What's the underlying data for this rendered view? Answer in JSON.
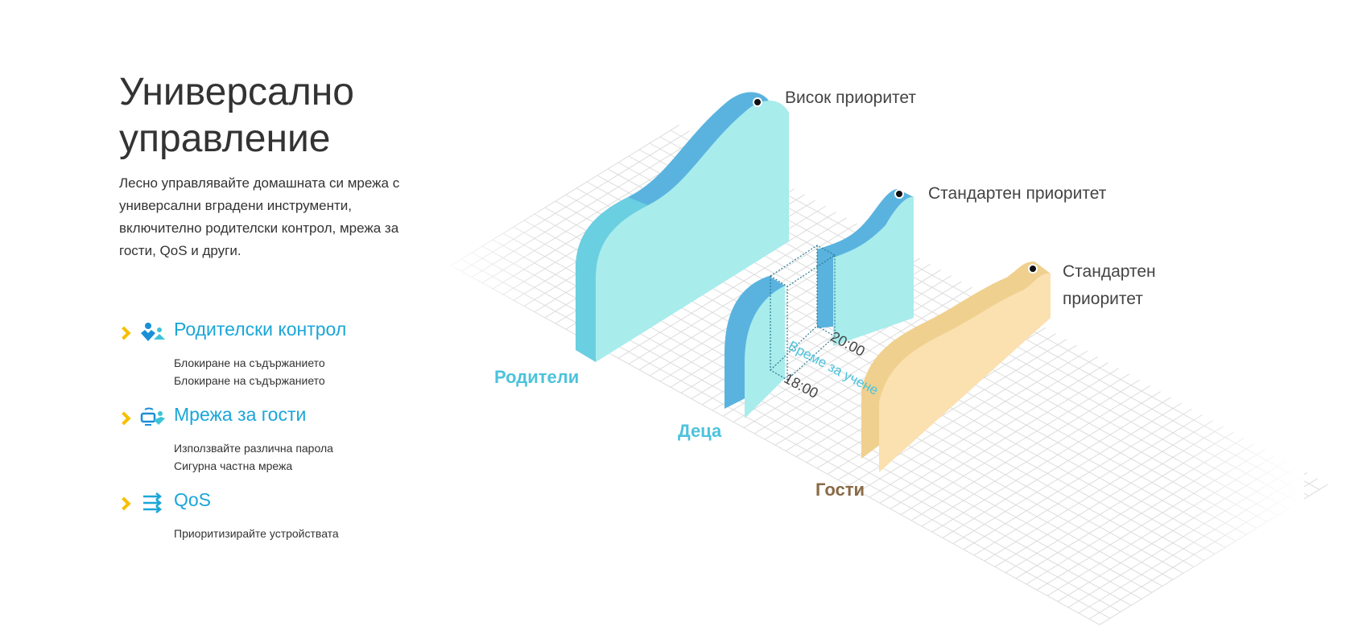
{
  "title": {
    "line1": "Универсално",
    "line2": "управление"
  },
  "description": "Лесно управлявайте домашната си мрежа с универсални вградени инструменти, включително родителски контрол, мрежа за гости, QoS и други.",
  "features": [
    {
      "icon": "parental-control-icon",
      "name": "Родителски контрол",
      "lines": [
        "Блокиране на съдържанието",
        "Блокиране на съдържанието"
      ]
    },
    {
      "icon": "guest-network-icon",
      "name": "Мрежа за гости",
      "lines": [
        "Използвайте различна парола",
        "Сигурна частна мрежа"
      ]
    },
    {
      "icon": "qos-icon",
      "name": "QoS",
      "lines": [
        "Приоритизирайте устройствата"
      ]
    }
  ],
  "illustration": {
    "high_priority": "Висок приоритет",
    "standard_priority": "Стандартен приоритет",
    "standard_priority_2_line1": "Стандартен",
    "standard_priority_2_line2": "приоритет",
    "parents": "Родители",
    "kids": "Деца",
    "guests": "Гости",
    "study_time": "Време за учене",
    "time_start": "18:00",
    "time_end": "20:00"
  },
  "colors": {
    "accent": "#1aa6d8",
    "chevron": "#f5c000",
    "cyan_face": "#a8ecec",
    "cyan_side": "#5ab3df",
    "beige_face": "#fbe0b0",
    "beige_side": "#efd08e",
    "guest_label": "#8a6a45"
  }
}
